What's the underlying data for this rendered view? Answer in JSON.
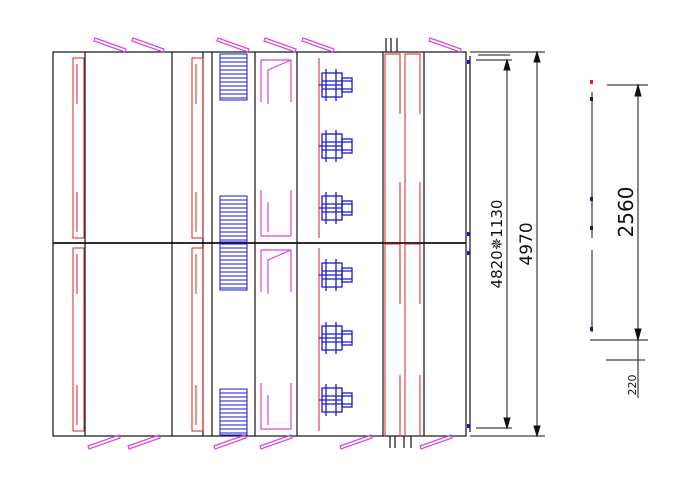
{
  "dimensions": {
    "inner_span": "4820✵1130",
    "overall_length": "4970",
    "section_height": "2560",
    "base_offset": "220"
  },
  "colors": {
    "frame": "#111111",
    "heater": "#dd2222",
    "equipment": "#1a1acc",
    "door": "#dd44dd"
  }
}
